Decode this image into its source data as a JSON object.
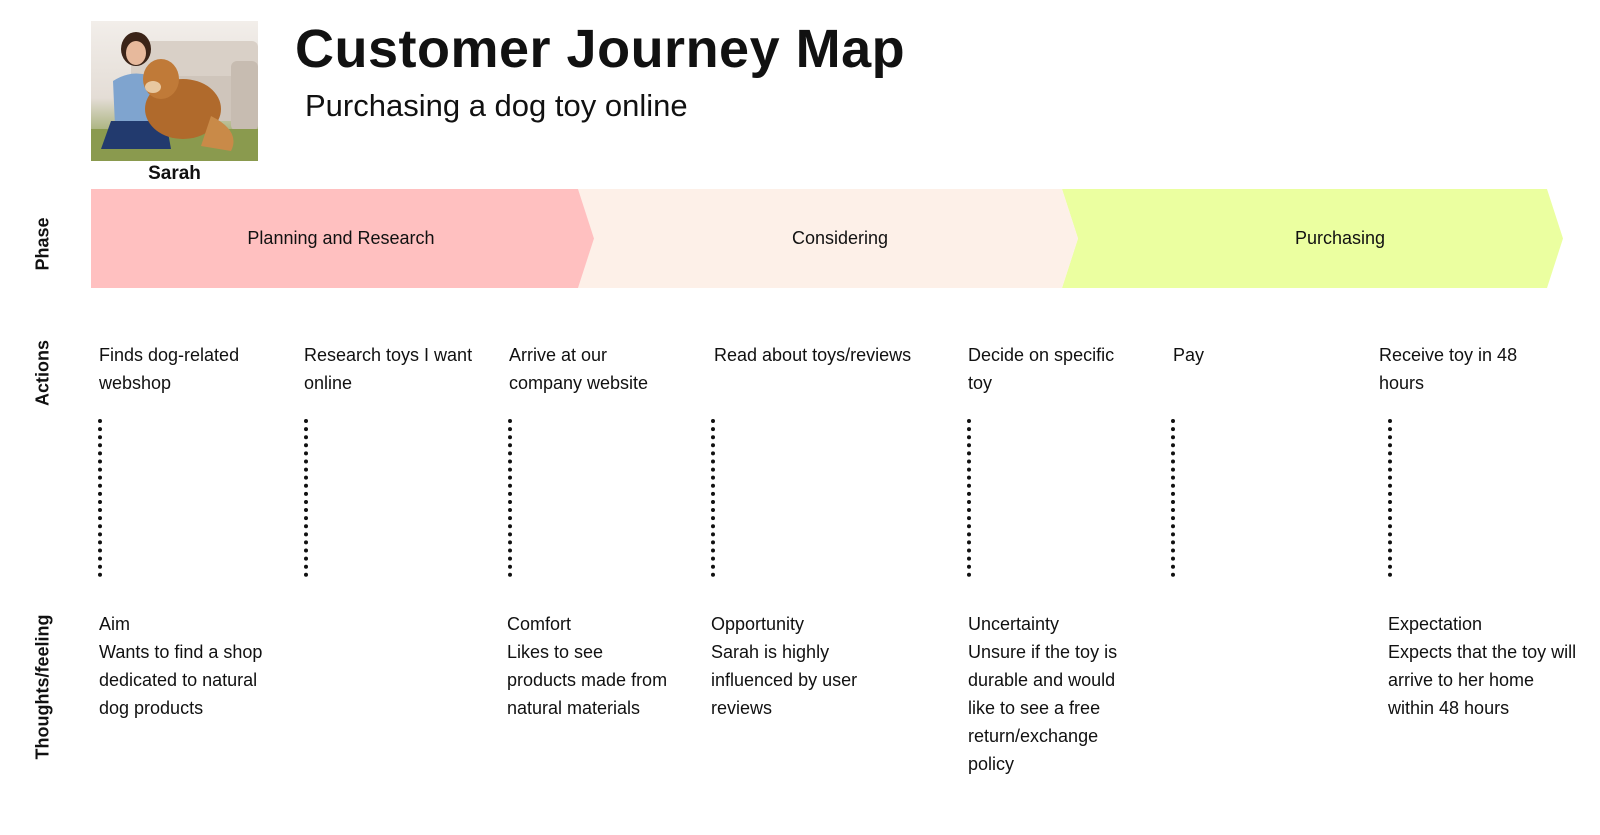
{
  "header": {
    "title": "Customer Journey Map",
    "subtitle": "Purchasing a dog toy online"
  },
  "persona": {
    "name": "Sarah"
  },
  "row_labels": {
    "phase": "Phase",
    "actions": "Actions",
    "thoughts": "Thoughts/feeling"
  },
  "colors": {
    "planning": "#ffc0c0",
    "considering": "#fdf0e8",
    "purchasing": "#ebffa0"
  },
  "phases": [
    {
      "label": "Planning and Research"
    },
    {
      "label": "Considering"
    },
    {
      "label": "Purchasing"
    }
  ],
  "actions": [
    "Finds dog-related webshop",
    "Research toys I want online",
    "Arrive at our company website",
    "Read about toys/reviews",
    "Decide on specific toy",
    "Pay",
    "Receive toy in 48 hours"
  ],
  "thoughts": [
    {
      "heading": "Aim",
      "text": "Wants to find a shop dedicated to natural dog products"
    },
    {
      "heading": "Comfort",
      "text": "Likes to see products made from natural materials"
    },
    {
      "heading": "Opportunity",
      "text": "Sarah is highly influenced by user reviews"
    },
    {
      "heading": "Uncertainty",
      "text": "Unsure if the toy is durable and would like to see a free return/exchange policy"
    },
    {
      "heading": "Expectation",
      "text": "Expects that the toy will arrive to her home within 48 hours"
    }
  ]
}
